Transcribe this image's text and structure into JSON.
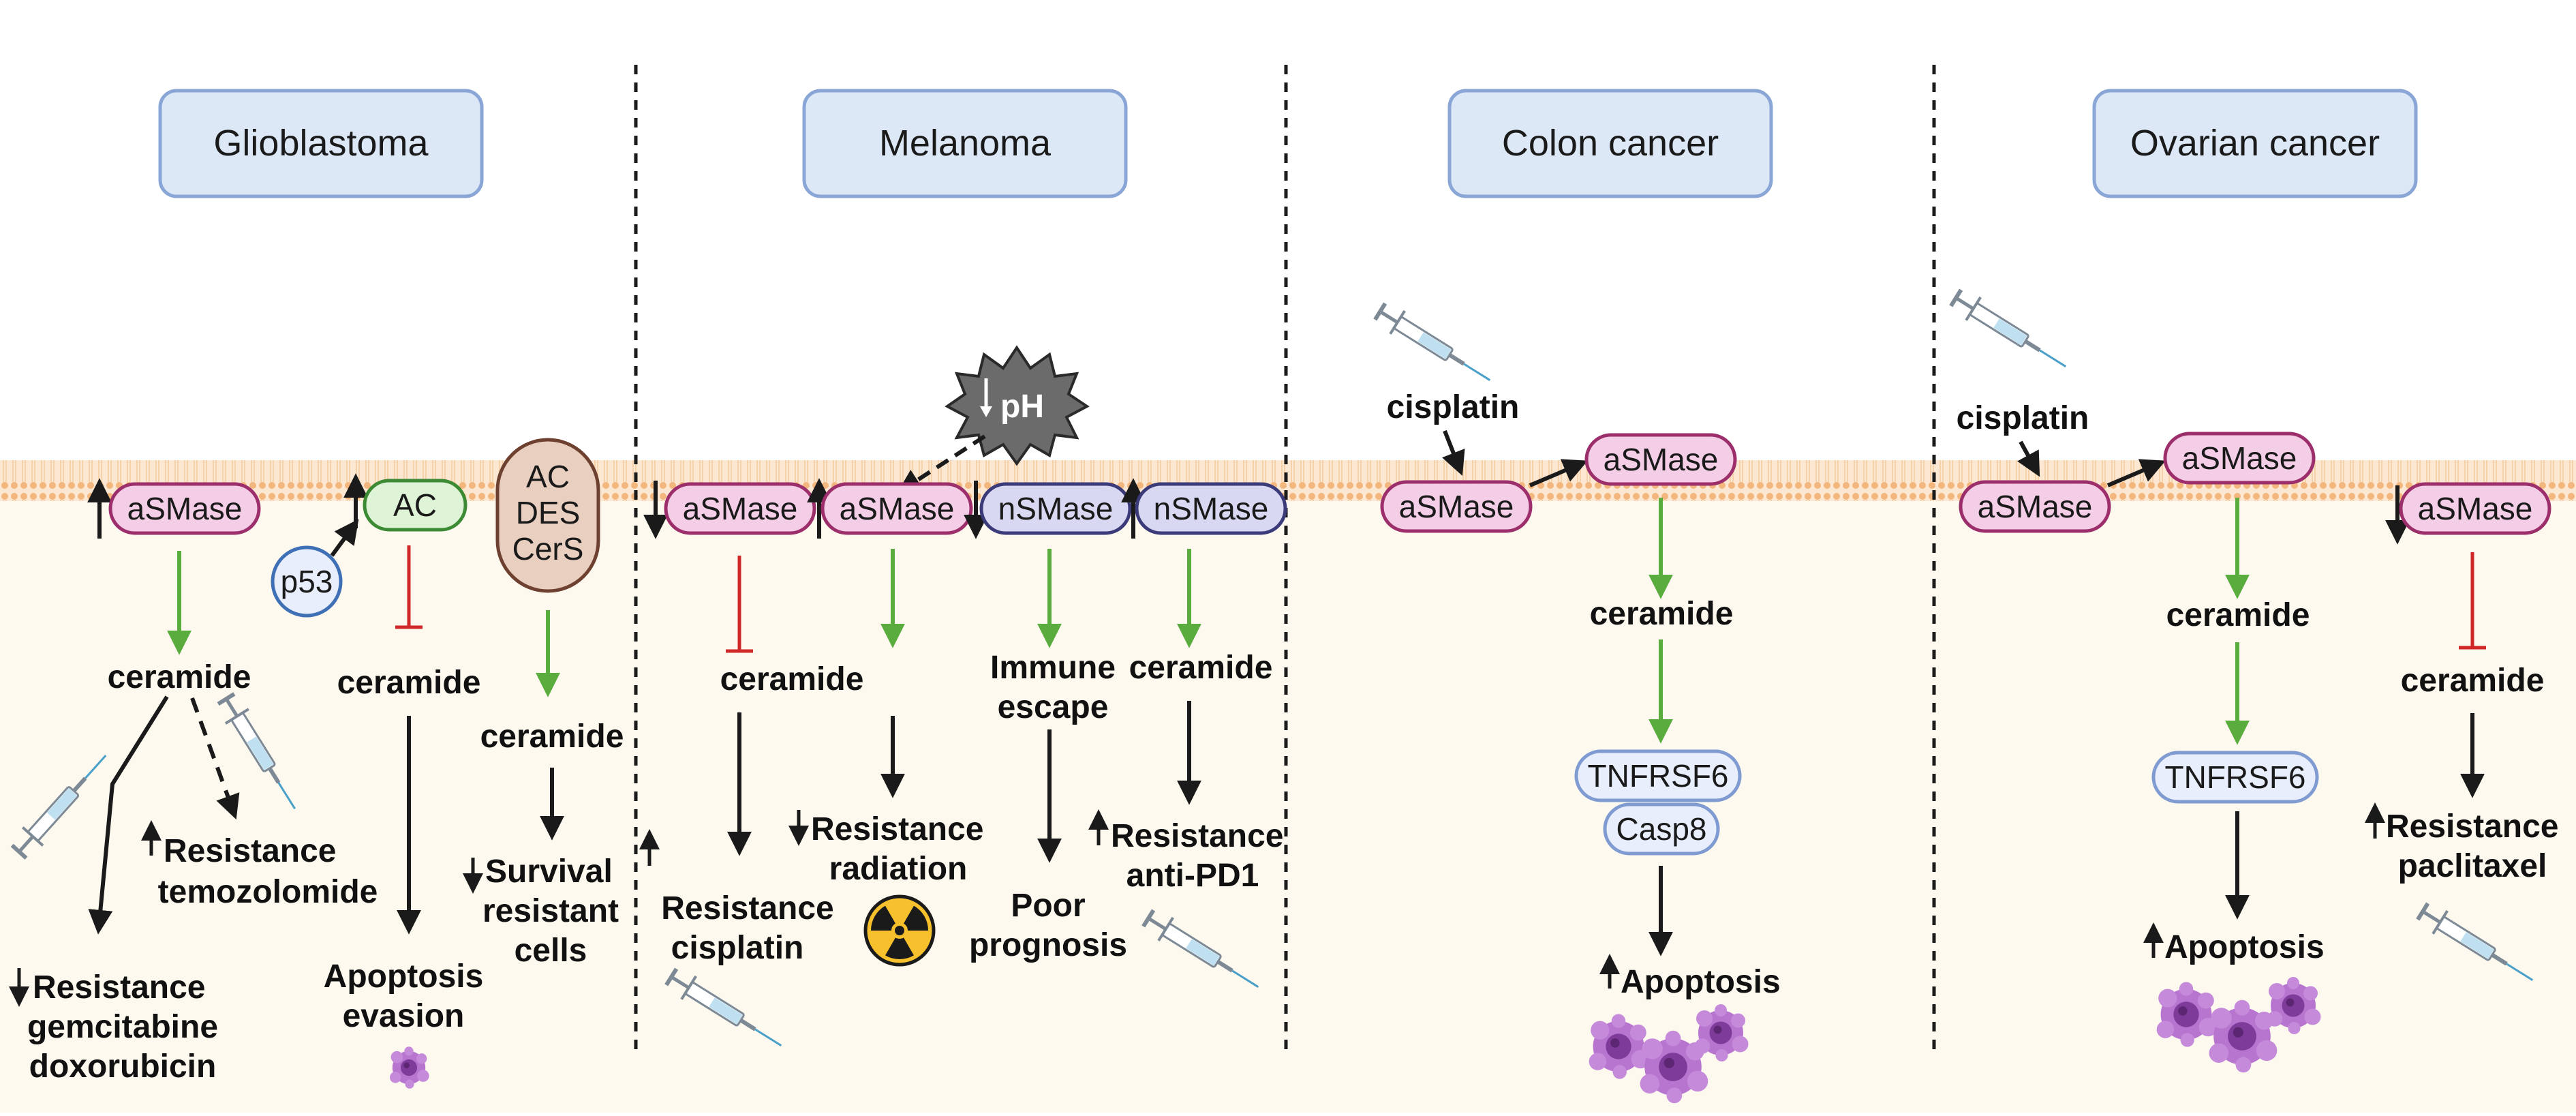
{
  "panels": {
    "glioblastoma": {
      "title": "Glioblastoma",
      "asmase": "aSMase",
      "ceramide_1": "ceramide",
      "resistance_1_line1": "Resistance",
      "resistance_1_line2": "temozolomide",
      "resistance_2_line1": "Resistance",
      "resistance_2_line2": "gemcitabine",
      "resistance_2_line3": "doxorubicin",
      "p53": "p53",
      "ac": "AC",
      "ceramide_2": "ceramide",
      "apoptosis_line1": "Apoptosis",
      "apoptosis_line2": "evasion",
      "enzymes_line1": "AC",
      "enzymes_line2": "DES",
      "enzymes_line3": "CerS",
      "ceramide_3": "ceramide",
      "survival_line1": "Survival",
      "survival_line2": "resistant",
      "survival_line3": "cells"
    },
    "melanoma": {
      "title": "Melanoma",
      "ph": "pH",
      "asmase_1": "aSMase",
      "asmase_2": "aSMase",
      "nsmase_1": "nSMase",
      "nsmase_2": "nSMase",
      "ceramide_1": "ceramide",
      "resistance_1_line1": "Resistance",
      "resistance_1_line2": "cisplatin",
      "resistance_2_line1": "Resistance",
      "resistance_2_line2": "radiation",
      "immune_line1": "Immune",
      "immune_line2": "escape",
      "prognosis_line1": "Poor",
      "prognosis_line2": "prognosis",
      "ceramide_2": "ceramide",
      "resistance_3_line1": "Resistance",
      "resistance_3_line2": "anti-PD1"
    },
    "colon": {
      "title": "Colon cancer",
      "drug": "cisplatin",
      "asmase_1": "aSMase",
      "asmase_2": "aSMase",
      "ceramide": "ceramide",
      "tnfrsf6": "TNFRSF6",
      "casp8": "Casp8",
      "apoptosis": "Apoptosis"
    },
    "ovarian": {
      "title": "Ovarian cancer",
      "drug": "cisplatin",
      "asmase_1": "aSMase",
      "asmase_2": "aSMase",
      "asmase_3": "aSMase",
      "ceramide_1": "ceramide",
      "tnfrsf6": "TNFRSF6",
      "apoptosis": "Apoptosis",
      "ceramide_2": "ceramide",
      "resistance_line1": "Resistance",
      "resistance_line2": "paclitaxel"
    }
  },
  "colors": {
    "title_box_fill": "#dde8f7",
    "title_box_stroke": "#8aa6d6",
    "membrane": "#f5c79a",
    "cytoplasm": "#fdf9ef",
    "pink_pill_fill": "#f4cde6",
    "pink_pill_stroke": "#9c2e6b",
    "purple_pill_fill": "#d9d8f2",
    "purple_pill_stroke": "#3c3b7a",
    "green_pill_fill": "#dff3d6",
    "green_pill_stroke": "#3d8a35",
    "blue_pill_fill": "#e8eefb",
    "blue_pill_stroke": "#7f9bd1",
    "brown_pill_fill": "#e9cfc0",
    "brown_pill_stroke": "#6e4030",
    "activation_arrow": "#5aac3f",
    "inhibition_arrow": "#d02828",
    "black_arrow": "#1a1a1a",
    "cell_purple": "#a35bbf"
  },
  "icons": [
    "syringe-icon",
    "radiation-icon",
    "apoptotic-cell-icon",
    "ph-burst-icon"
  ]
}
